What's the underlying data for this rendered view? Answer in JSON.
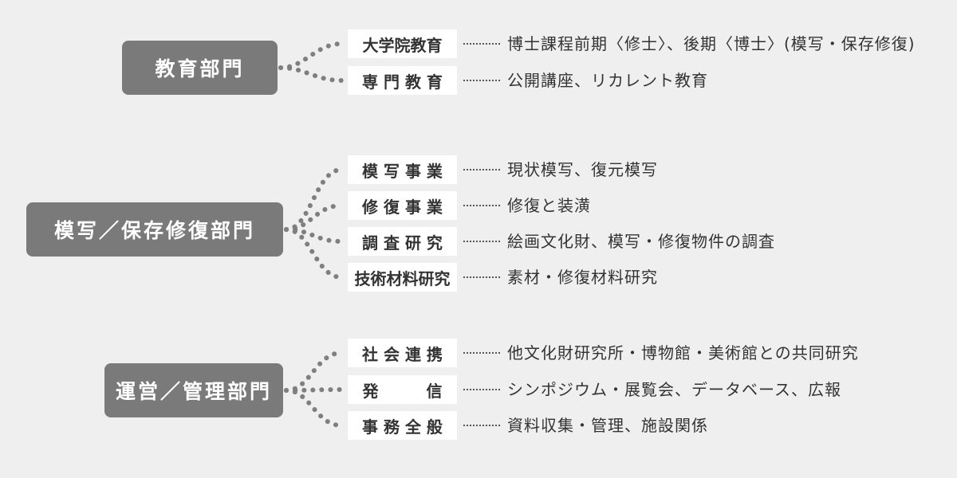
{
  "colors": {
    "background": "#efefef",
    "department": "#7a7a7a",
    "label_box": "#ffffff",
    "text": "#333333",
    "dots": "#7f7f7f"
  },
  "departments": [
    {
      "name": "教育部門",
      "functions": [
        {
          "label": "大学院教育",
          "desc": "博士課程前期〈修士〉、後期〈博士〉(模写・保存修復)"
        },
        {
          "label": "専 門 教 育",
          "desc": "公開講座、リカレント教育"
        }
      ]
    },
    {
      "name": "模写／保存修復部門",
      "functions": [
        {
          "label": "模 写 事 業",
          "desc": "現状模写、復元模写"
        },
        {
          "label": "修 復 事 業",
          "desc": "修復と装潢"
        },
        {
          "label": "調 査 研 究",
          "desc": "絵画文化財、模写・修復物件の調査"
        },
        {
          "label": "技術材料研究",
          "desc": "素材・修復材料研究"
        }
      ]
    },
    {
      "name": "運営／管理部門",
      "functions": [
        {
          "label": "社 会 連 携",
          "desc": "他文化財研究所・博物館・美術館との共同研究"
        },
        {
          "label": "発　　　信",
          "desc": "シンポジウム・展覧会、データベース、広報"
        },
        {
          "label": "事 務 全 般",
          "desc": "資料収集・管理、施設関係"
        }
      ]
    }
  ]
}
